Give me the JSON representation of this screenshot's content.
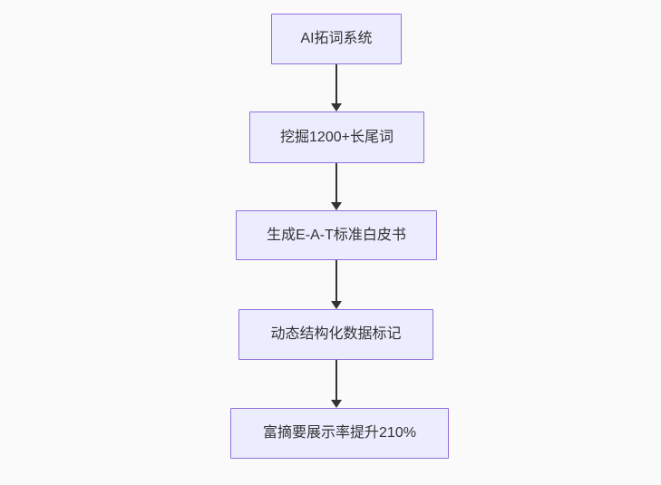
{
  "page": {
    "background_color": "#fafafa"
  },
  "flowchart": {
    "type": "flowchart",
    "direction": "top-down",
    "node_fill_color": "#ececff",
    "node_border_color": "#9370db",
    "node_text_color": "#333333",
    "arrow_color": "#333333",
    "nodes": [
      {
        "label": "AI拓词系统"
      },
      {
        "label": "挖掘1200+长尾词"
      },
      {
        "label": "生成E-A-T标准白皮书"
      },
      {
        "label": "动态结构化数据标记"
      },
      {
        "label": "富摘要展示率提升210%"
      }
    ],
    "edges": [
      {
        "from": "AI拓词系统",
        "to": "挖掘1200+长尾词"
      },
      {
        "from": "挖掘1200+长尾词",
        "to": "生成E-A-T标准白皮书"
      },
      {
        "from": "生成E-A-T标准白皮书",
        "to": "动态结构化数据标记"
      },
      {
        "from": "动态结构化数据标记",
        "to": "富摘要展示率提升210%"
      }
    ]
  }
}
